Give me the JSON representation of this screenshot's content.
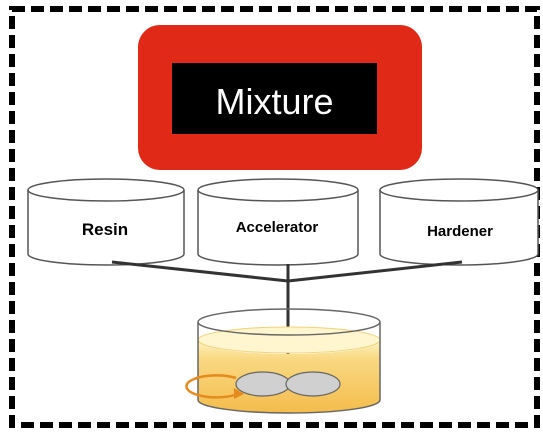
{
  "title_box": {
    "label": "Mixture",
    "outer_color": "#e02a17",
    "label_bg": "#000000",
    "label_color": "#ffffff"
  },
  "components": [
    {
      "label": "Resin"
    },
    {
      "label": "Accelerator"
    },
    {
      "label": "Hardener"
    }
  ],
  "beaker": {
    "liquid_color": "#f6c75a",
    "stirrer_color": "#c8c8c8",
    "arrow_color": "#e58a1c"
  },
  "frame": {
    "border_color": "#000000"
  }
}
